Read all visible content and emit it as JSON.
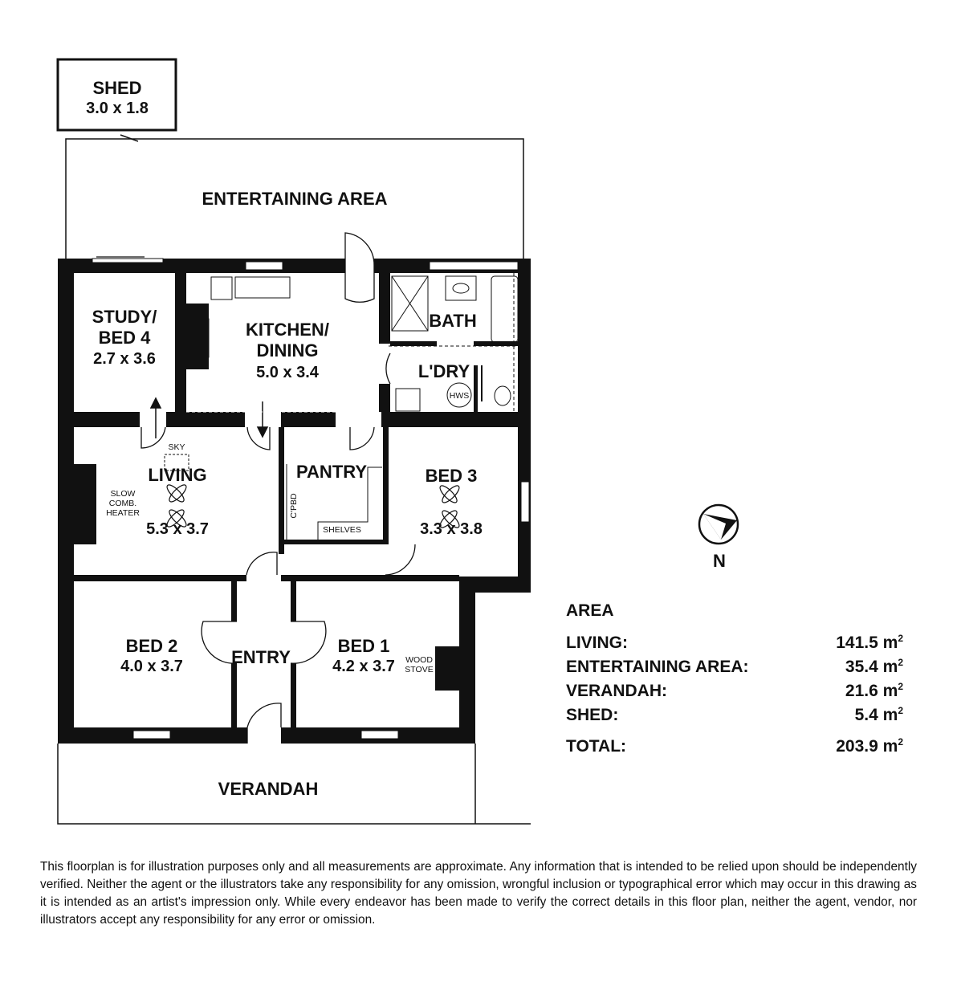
{
  "rooms": {
    "shed": {
      "name": "SHED",
      "size": "3.0 x 1.8"
    },
    "entertaining": {
      "name": "ENTERTAINING AREA"
    },
    "study": {
      "name_line1": "STUDY/",
      "name_line2": "BED 4",
      "size": "2.7 x 3.6"
    },
    "kitchen": {
      "name_line1": "KITCHEN/",
      "name_line2": "DINING",
      "size": "5.0 x 3.4"
    },
    "bath": {
      "name": "BATH"
    },
    "laundry": {
      "name": "L'DRY",
      "hws": "HWS"
    },
    "living": {
      "name": "LIVING",
      "size": "5.3 x 3.7",
      "sky": "SKY",
      "heater_line1": "SLOW",
      "heater_line2": "COMB.",
      "heater_line3": "HEATER"
    },
    "pantry": {
      "name": "PANTRY",
      "cpbd": "C'PBD",
      "shelves": "SHELVES"
    },
    "bed3": {
      "name": "BED 3",
      "size": "3.3 x 3.8"
    },
    "bed2": {
      "name": "BED 2",
      "size": "4.0 x 3.7"
    },
    "entry": {
      "name": "ENTRY"
    },
    "bed1": {
      "name": "BED 1",
      "size": "4.2 x 3.7",
      "stove_line1": "WOOD",
      "stove_line2": "STOVE"
    },
    "verandah": {
      "name": "VERANDAH"
    }
  },
  "compass": {
    "label": "N"
  },
  "area_table": {
    "title": "AREA",
    "rows": [
      {
        "label": "LIVING:",
        "value": "141.5 m",
        "unit_sup": "2"
      },
      {
        "label": "ENTERTAINING AREA:",
        "value": "35.4 m",
        "unit_sup": "2"
      },
      {
        "label": "VERANDAH:",
        "value": "21.6 m",
        "unit_sup": "2"
      },
      {
        "label": "SHED:",
        "value": "5.4 m",
        "unit_sup": "2"
      }
    ],
    "total": {
      "label": "TOTAL:",
      "value": "203.9 m",
      "unit_sup": "2"
    }
  },
  "disclaimer": "This floorplan is for illustration purposes only and all measurements are approximate. Any information that is intended to be relied upon should be independently verified. Neither the agent or the illustrators take any responsibility for any omission, wrongful inclusion or typographical error which may occur in this drawing as it is intended as an artist's impression only. While every endeavor has been made to verify the correct details in this floor plan, neither the agent, vendor, nor illustrators accept any responsibility for any error or omission."
}
